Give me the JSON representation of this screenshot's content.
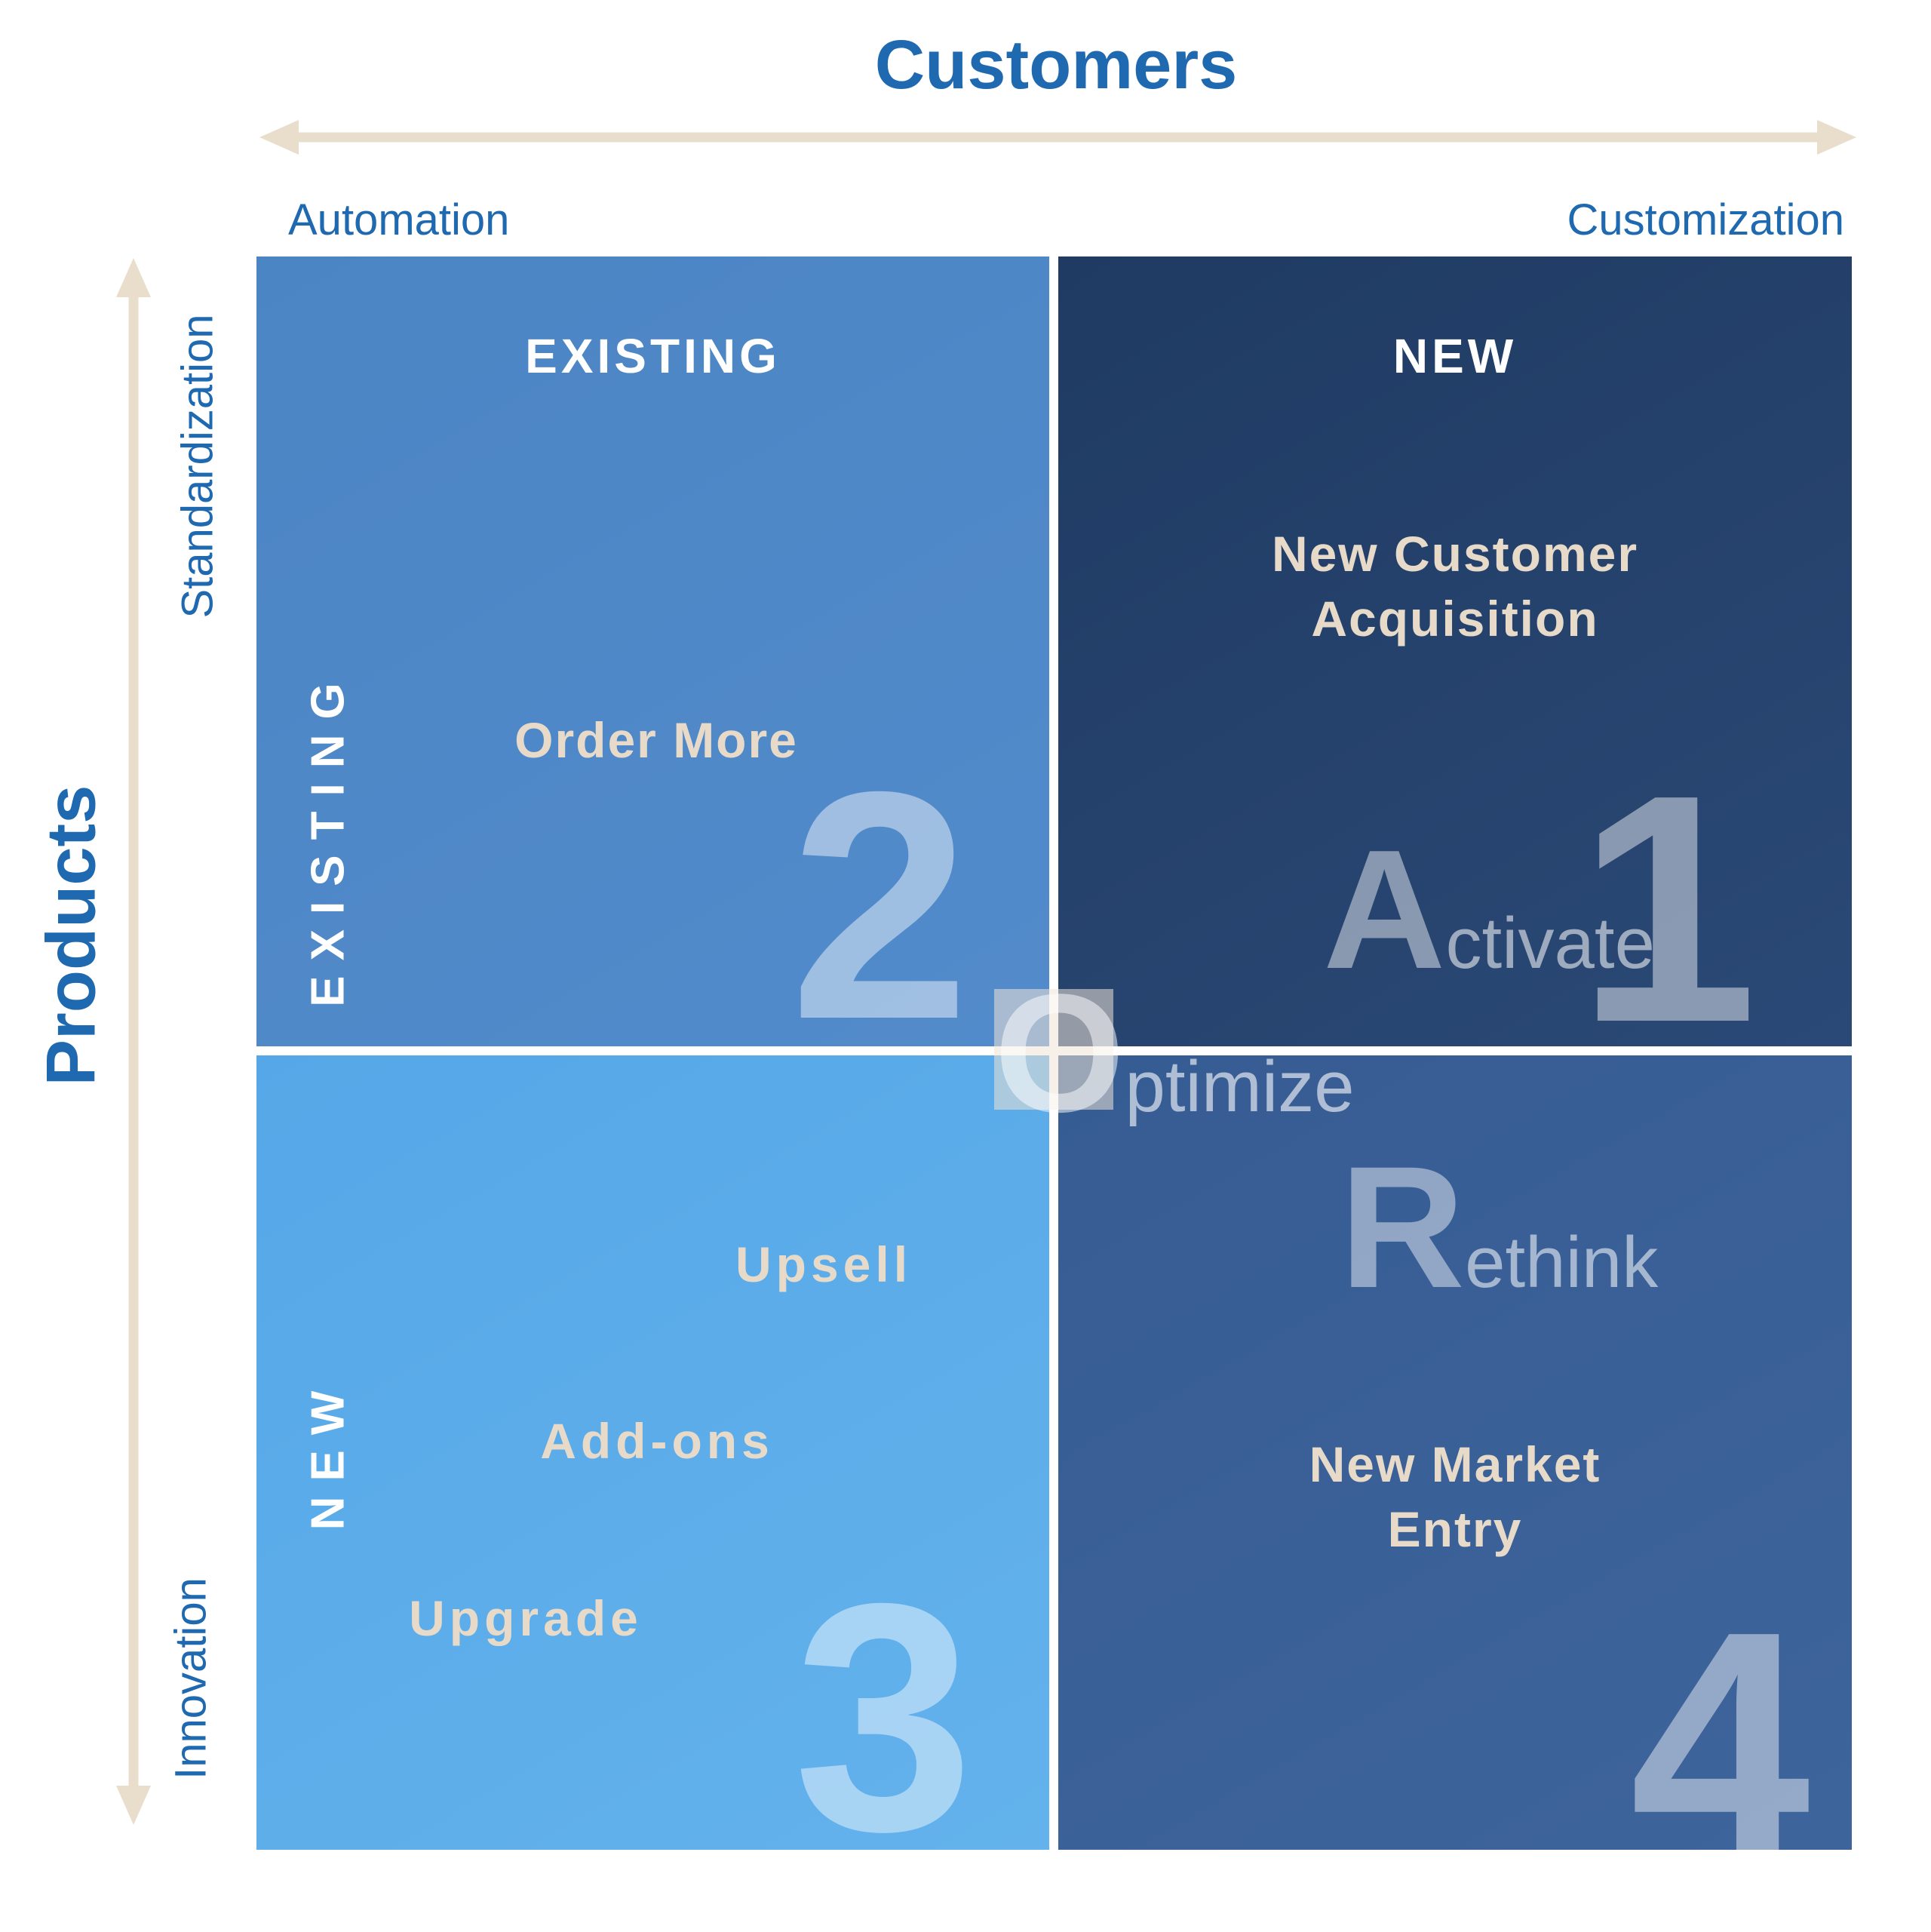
{
  "titles": {
    "customers_axis": "Customers",
    "products_axis": "Products"
  },
  "axis_labels": {
    "x_left": "Automation",
    "x_right": "Customization",
    "y_top": "Standardization",
    "y_bottom": "Innovation"
  },
  "quadrant_1": {
    "number": "1",
    "header": "NEW",
    "strategy_line1": "New Customer",
    "strategy_line2": "Acquisition",
    "action_initial": "A",
    "action_rest": "ctivate"
  },
  "quadrant_2": {
    "number": "2",
    "header": "EXISTING",
    "side_label": "EXISTING",
    "strategy": "Order More"
  },
  "quadrant_3": {
    "number": "3",
    "side_label": "NEW",
    "strategies": [
      "Upsell",
      "Add-ons",
      "Upgrade"
    ]
  },
  "quadrant_4": {
    "number": "4",
    "strategy_line1": "New Market",
    "strategy_line2": "Entry",
    "action_initial": "R",
    "action_rest": "ethink"
  },
  "center": {
    "action_initial": "O",
    "action_rest": "ptimize"
  },
  "colors": {
    "axis_text": "#1E69B0",
    "arrow": "#E9DDCC",
    "quadrant_1_bg": "#24426C",
    "quadrant_2_bg": "#4E88C7",
    "quadrant_3_bg": "#5BACE9",
    "quadrant_4_bg": "#3A6097",
    "strategy_text": "#E7DAC9",
    "header_text": "#FFFFFF"
  }
}
